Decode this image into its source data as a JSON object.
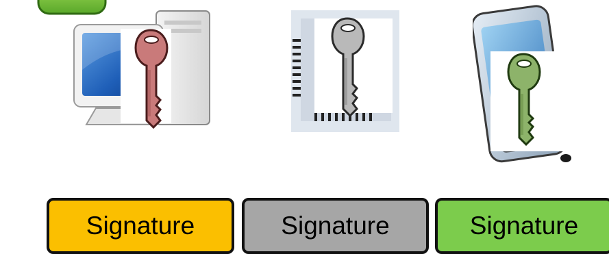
{
  "devices": [
    {
      "name": "desktop computer",
      "icon": "desktop-computer-icon",
      "key_color": "#c97a7a"
    },
    {
      "name": "chip",
      "icon": "chip-icon",
      "key_color": "#b9b9b9"
    },
    {
      "name": "mobile phone",
      "icon": "mobile-phone-icon",
      "key_color": "#8db36a"
    }
  ],
  "signatures": [
    {
      "label": "Signature",
      "color": "#fbbf00"
    },
    {
      "label": "Signature",
      "color": "#a6a6a6"
    },
    {
      "label": "Signature",
      "color": "#7ccc4c"
    }
  ],
  "corner_badge_color": "#7cc43c"
}
